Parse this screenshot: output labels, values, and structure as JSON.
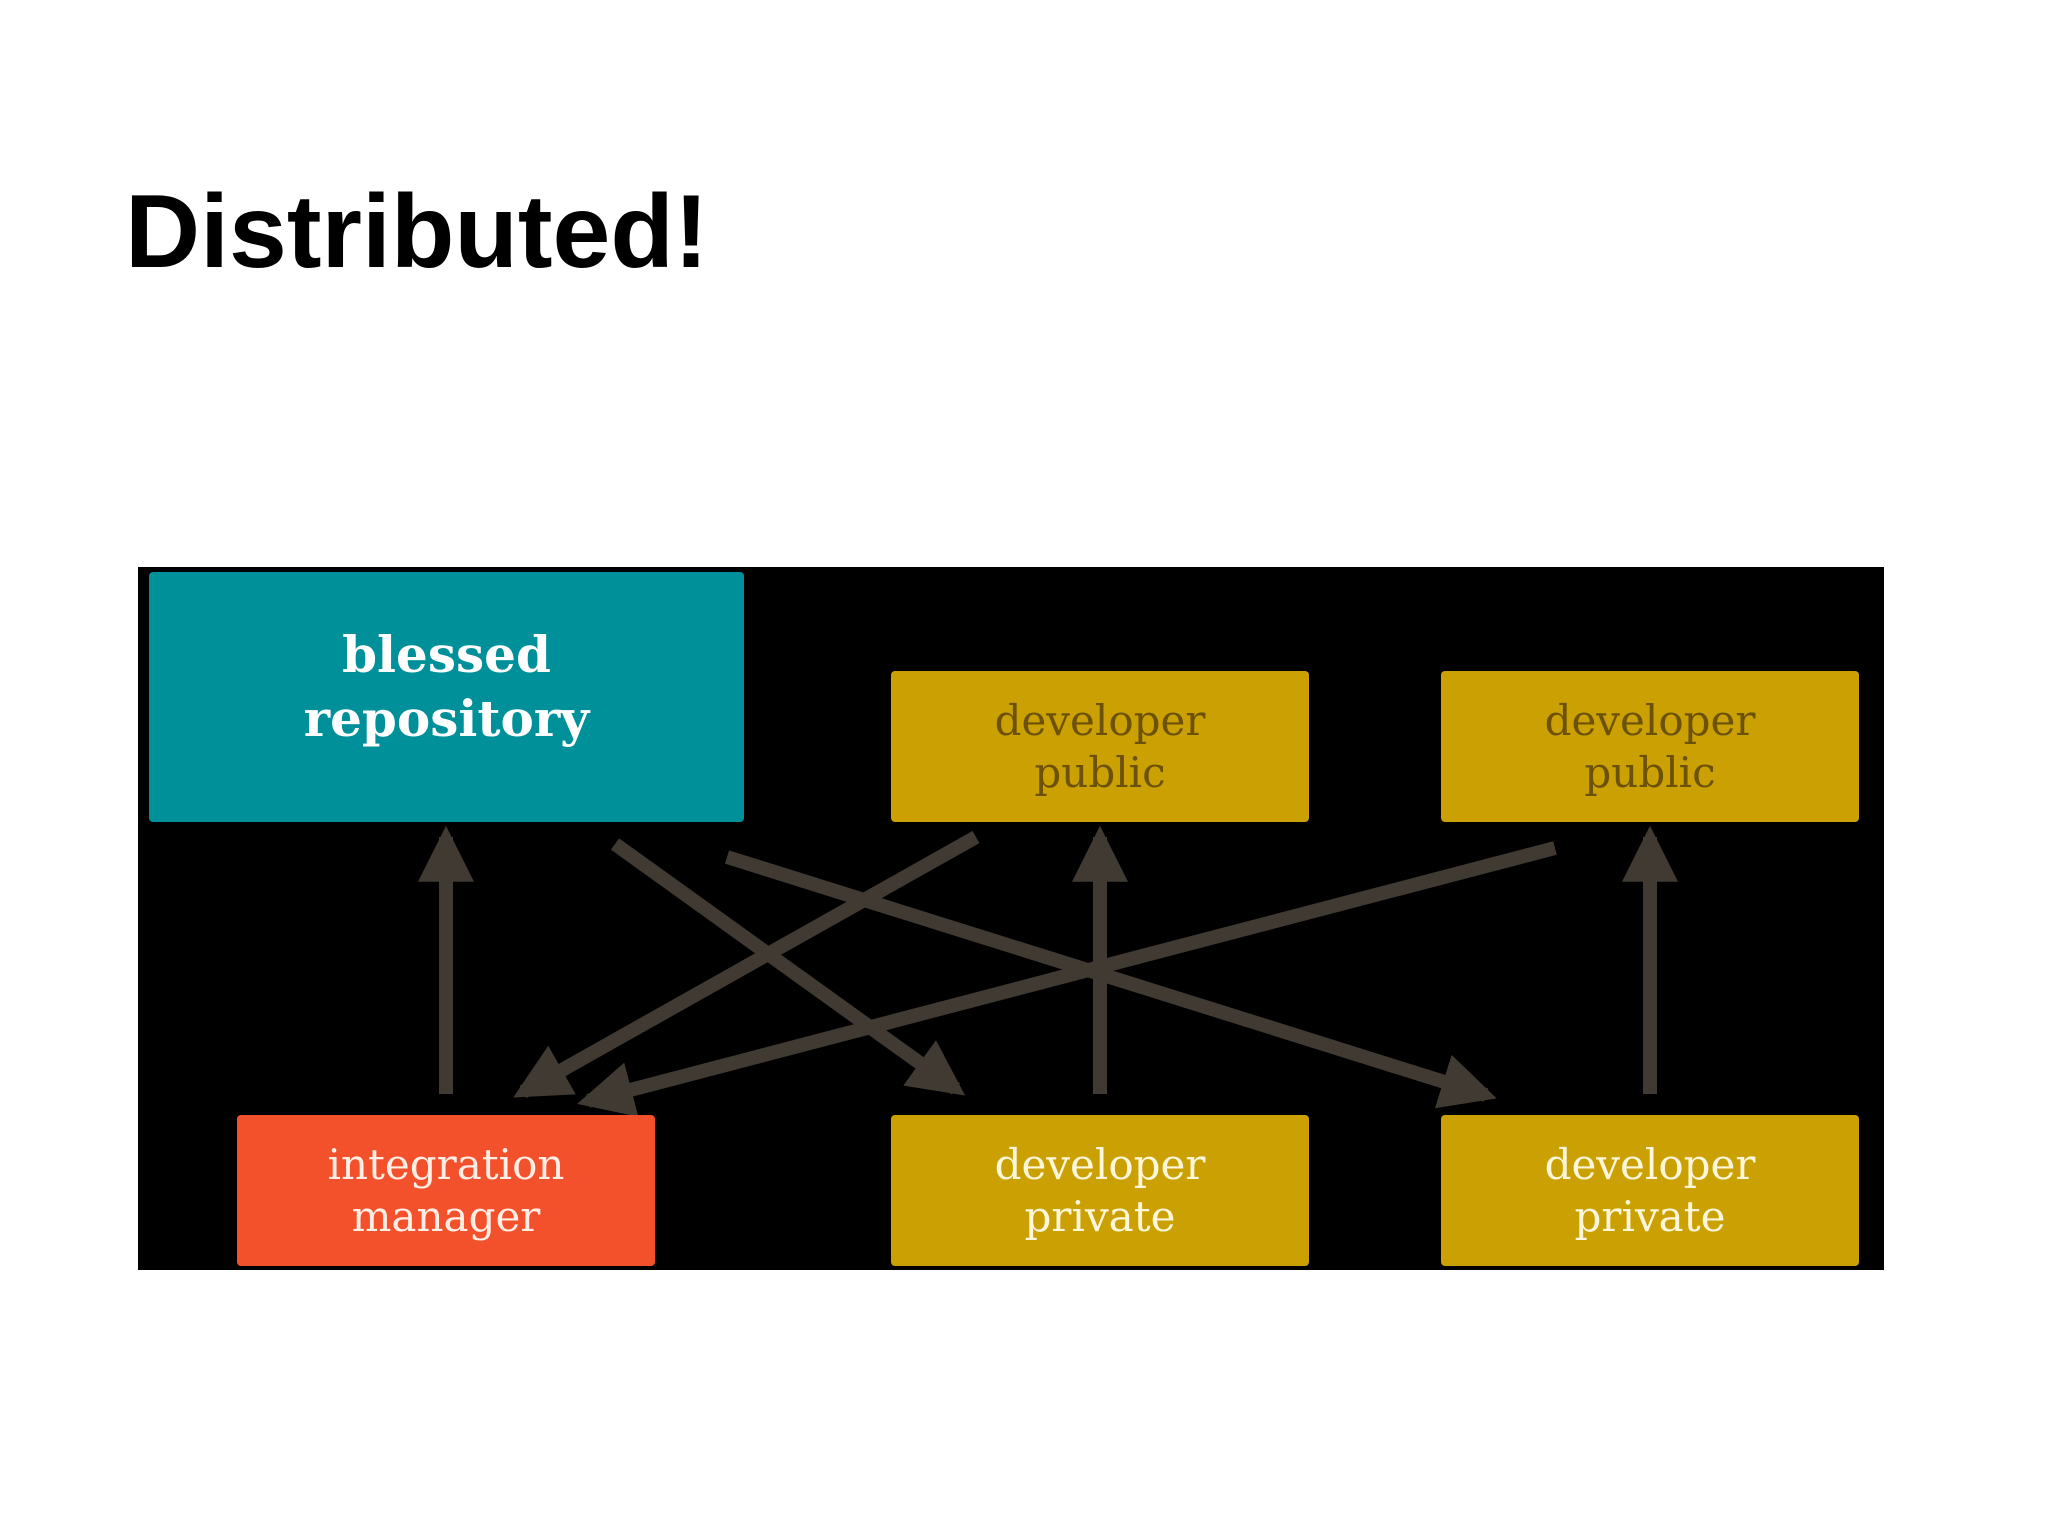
{
  "slide": {
    "title": "Distributed!"
  },
  "diagram": {
    "nodes": {
      "blessed_repository": {
        "line1": "blessed",
        "line2": "repository",
        "color": "#00909a"
      },
      "developer_public_1": {
        "line1": "developer",
        "line2": "public",
        "color": "#cba003"
      },
      "developer_public_2": {
        "line1": "developer",
        "line2": "public",
        "color": "#cba003"
      },
      "integration_manager": {
        "line1": "integration",
        "line2": "manager",
        "color": "#f3502c"
      },
      "developer_private_1": {
        "line1": "developer",
        "line2": "private",
        "color": "#cba003"
      },
      "developer_private_2": {
        "line1": "developer",
        "line2": "private",
        "color": "#cba003"
      }
    },
    "edges": [
      {
        "from": "integration_manager",
        "to": "blessed_repository"
      },
      {
        "from": "developer_private_1",
        "to": "developer_public_1"
      },
      {
        "from": "developer_private_2",
        "to": "developer_public_2"
      },
      {
        "from": "blessed_repository",
        "to": "developer_private_1"
      },
      {
        "from": "blessed_repository",
        "to": "developer_private_2"
      },
      {
        "from": "developer_public_1",
        "to": "integration_manager"
      },
      {
        "from": "developer_public_2",
        "to": "integration_manager"
      }
    ],
    "colors": {
      "background": "#000000",
      "arrow": "#403a33"
    }
  }
}
